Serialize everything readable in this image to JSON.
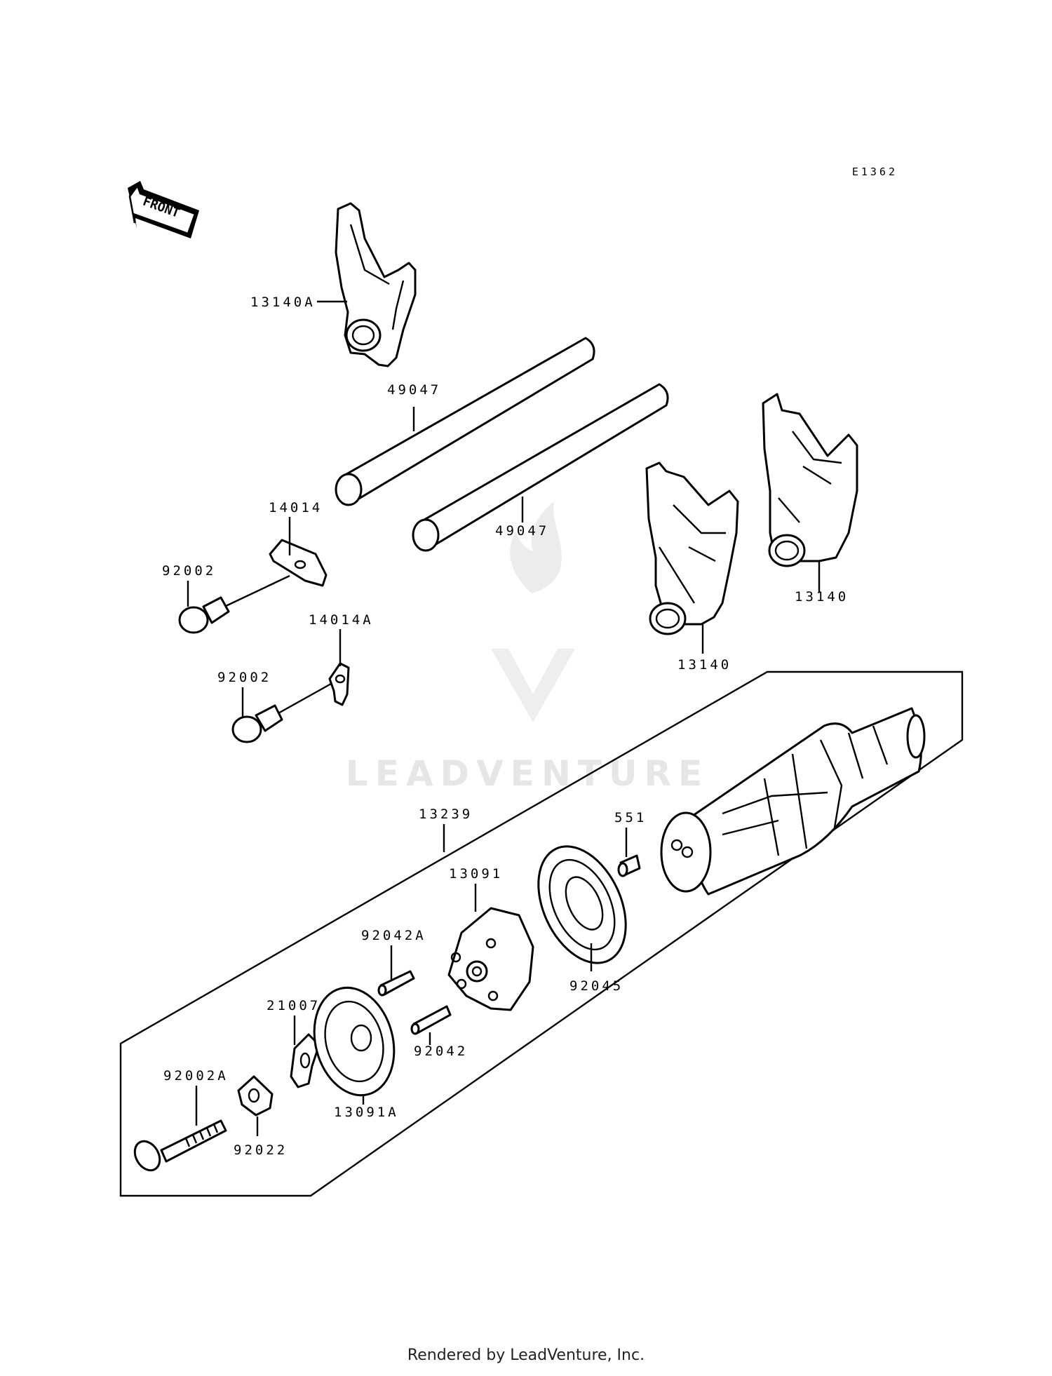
{
  "diagram_code": "E1362",
  "front_arrow_label": "FRONT",
  "watermark": "LEADVENTURE",
  "footer": "Rendered by LeadVenture, Inc.",
  "callouts": {
    "fork_13140A": "13140A",
    "shaft_upper": "49047",
    "shaft_lower": "49047",
    "plate_14014": "14014",
    "bolt_92002_upper": "92002",
    "plate_14014A": "14014A",
    "bolt_92002_lower": "92002",
    "fork_13140_left": "13140",
    "fork_13140_right": "13140",
    "drum_assy": "13239",
    "pin_551": "551",
    "cam_13091": "13091",
    "bearing_92045": "92045",
    "pin_92042A": "92042A",
    "pin_92042": "92042",
    "plate_21007": "21007",
    "cam_13091A": "13091A",
    "bolt_92002A": "92002A",
    "washer_92022": "92022"
  }
}
